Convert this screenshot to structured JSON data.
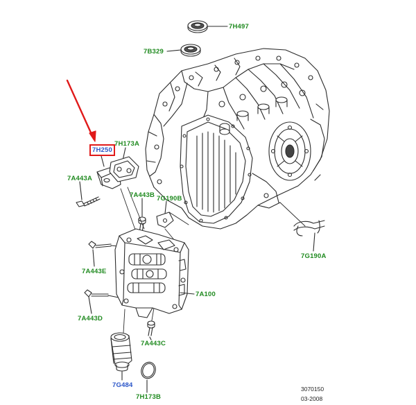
{
  "labels": {
    "7H497": "7H497",
    "7B329": "7B329",
    "7H250": "7H250",
    "7H173A": "7H173A",
    "7A443A": "7A443A",
    "7A443B": "7A443B",
    "7G190B": "7G190B",
    "7G190A": "7G190A",
    "7A443E": "7A443E",
    "7A100": "7A100",
    "7A443D": "7A443D",
    "7A443C": "7A443C",
    "7G484": "7G484",
    "7H173B": "7H173B"
  },
  "reference": {
    "number": "3070150",
    "date": "03-2008"
  },
  "colors": {
    "label": "#1f8a1f",
    "label_alt": "#2a55c8",
    "highlight_border": "#e01a1a",
    "arrow": "#e01a1a",
    "line_art": "#2b2b2b"
  }
}
